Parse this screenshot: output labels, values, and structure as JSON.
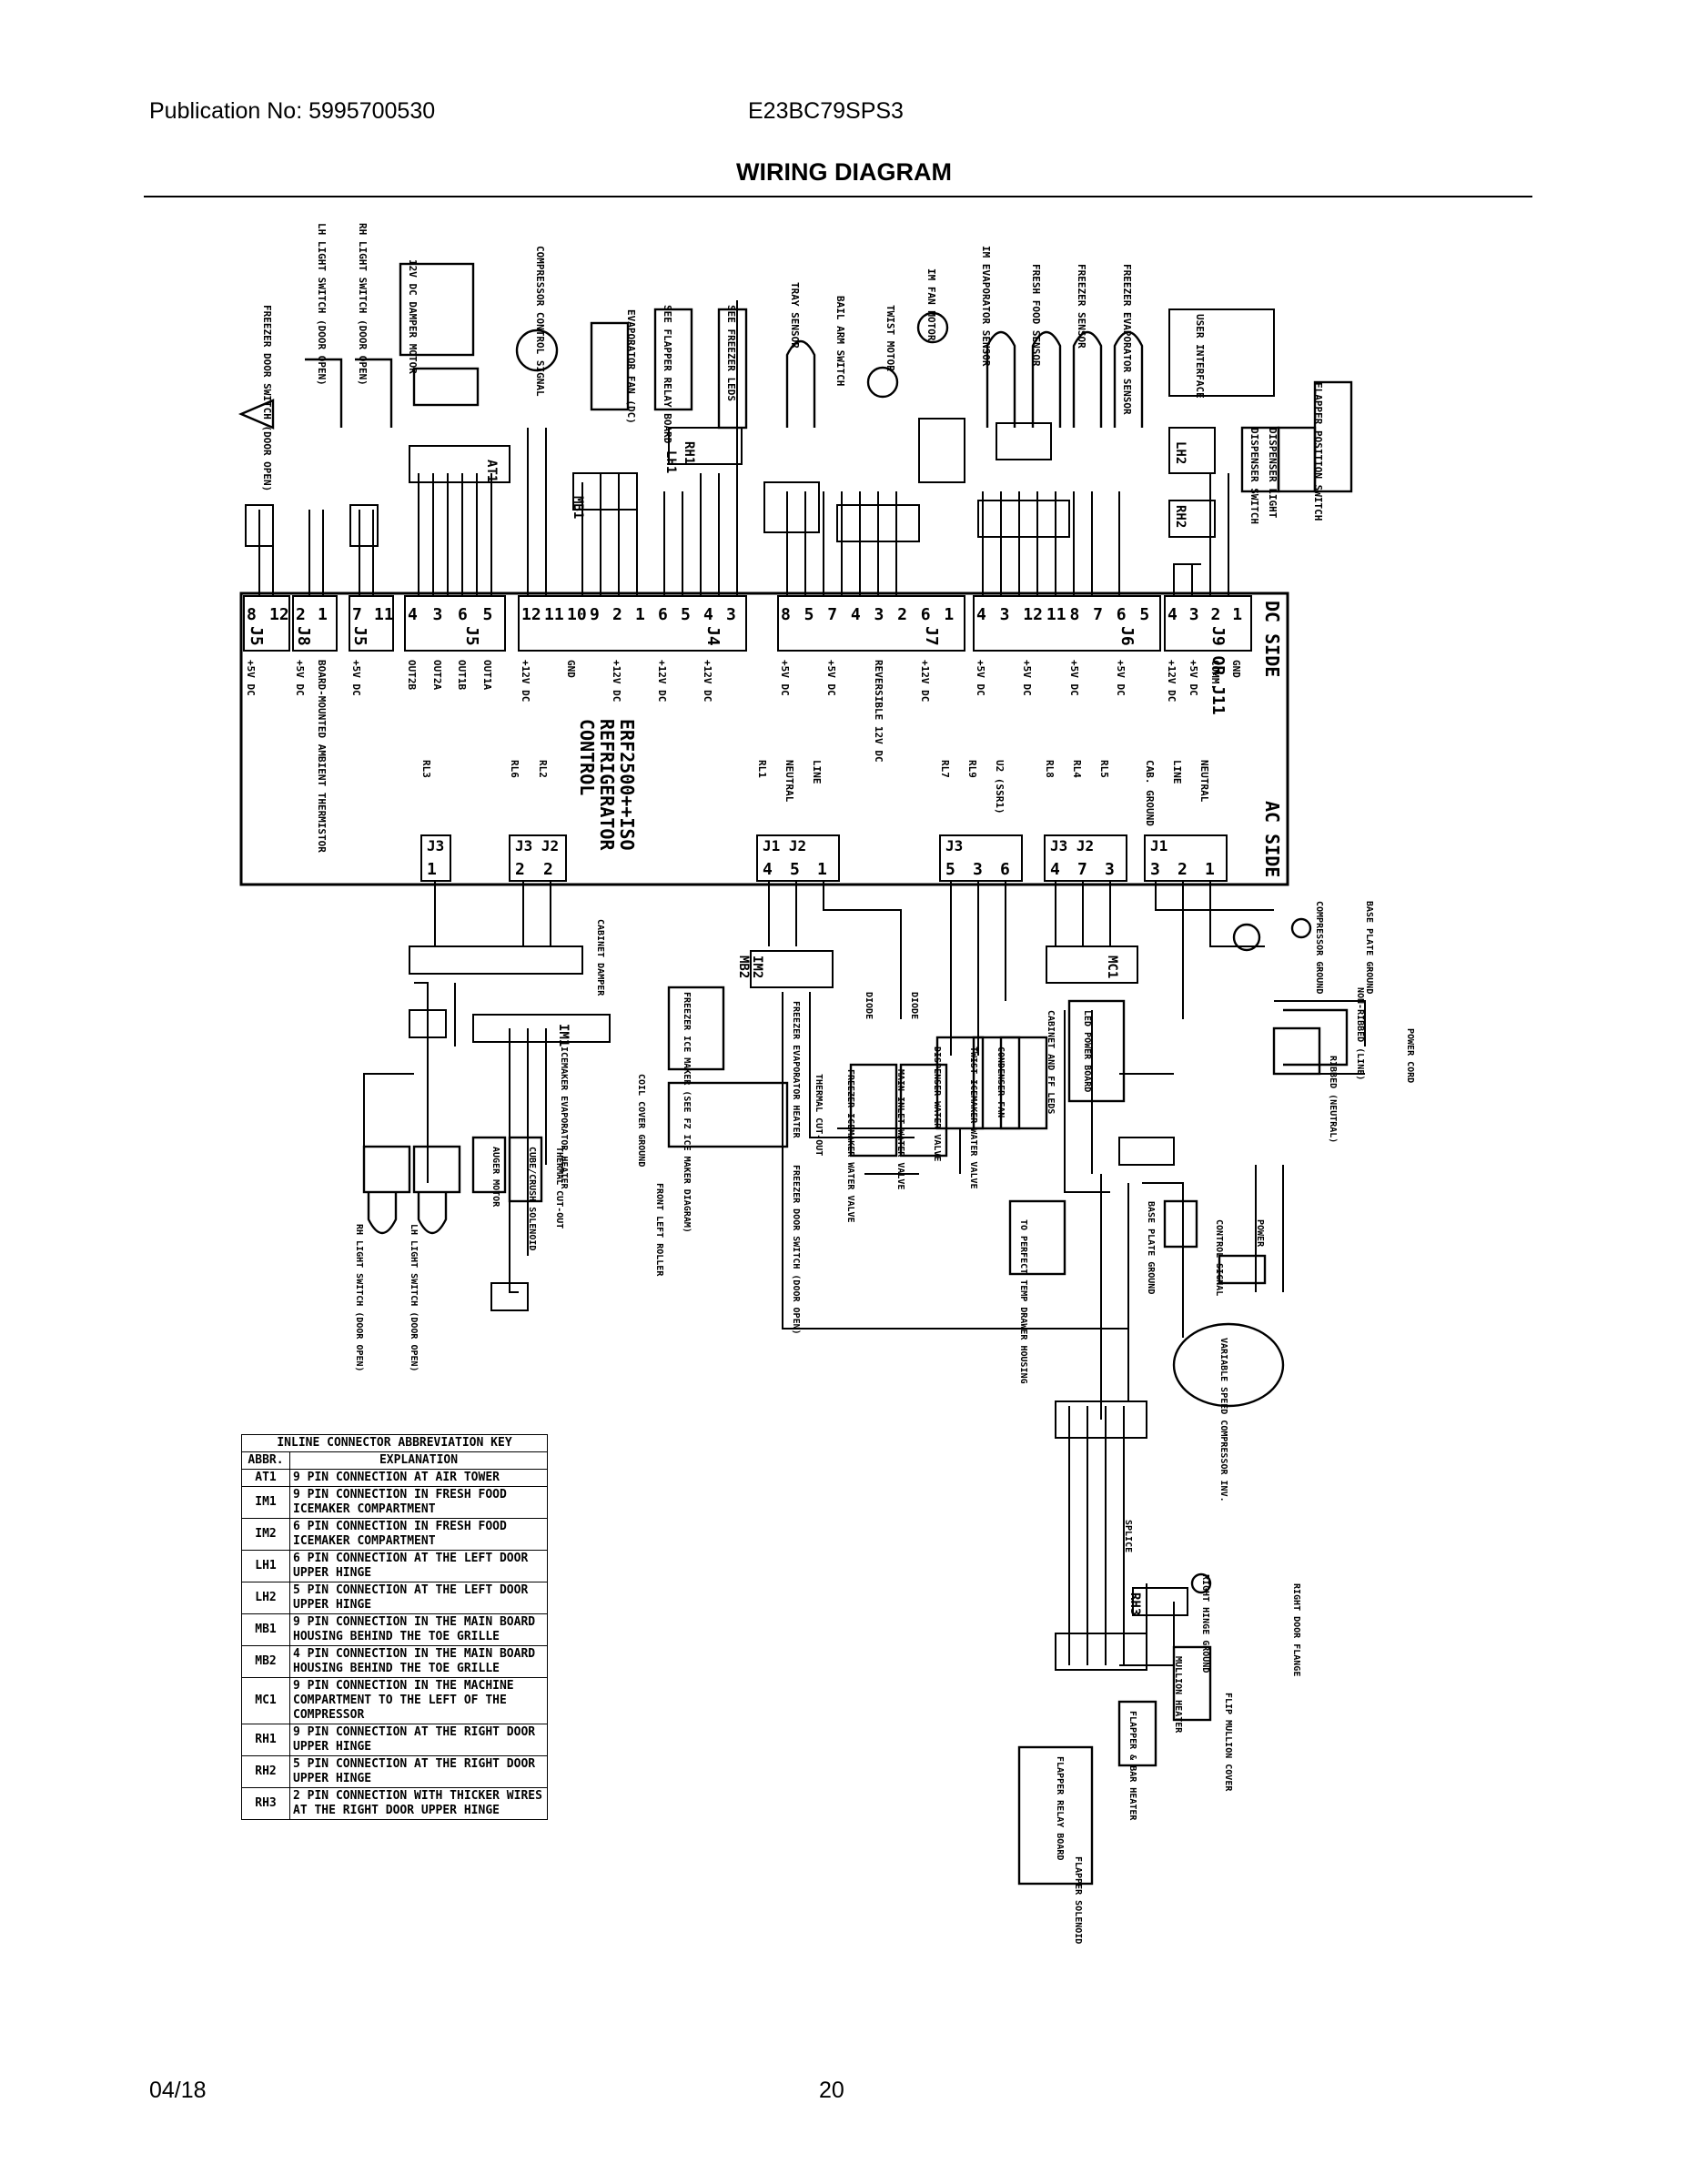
{
  "header": {
    "publication": "Publication No: 5995700530",
    "model": "E23BC79SPS3",
    "title": "WIRING DIAGRAM"
  },
  "footer": {
    "date": "04/18",
    "page": "20"
  },
  "control": {
    "name_line1": "ERF2500++ISO",
    "name_line2": "REFRIGERATOR",
    "name_line3": "CONTROL",
    "dc_side": "DC SIDE",
    "ac_side": "AC SIDE"
  },
  "dc_connectors": [
    {
      "name": "J5",
      "pins": [
        "8",
        "12"
      ],
      "labels": [
        "+5V DC"
      ]
    },
    {
      "name": "J8",
      "pins": [
        "2",
        "1"
      ],
      "labels": [
        "+5V DC",
        "BOARD-MOUNTED AMBIENT THERMISTOR"
      ]
    },
    {
      "name": "J5",
      "pins": [
        "7",
        "11"
      ],
      "labels": [
        "+5V DC"
      ]
    },
    {
      "name": "J5",
      "pins": [
        "4",
        "3",
        "6",
        "5"
      ],
      "labels": [
        "OUT2B",
        "OUT2A",
        "OUT1B",
        "OUT1A"
      ]
    },
    {
      "name": "J4",
      "pins": [
        "12",
        "11",
        "10",
        "9",
        "2",
        "1",
        "6",
        "5",
        "4",
        "3"
      ],
      "labels": [
        "+12V DC",
        "GND",
        "+12V DC",
        "+12V DC",
        "+12V DC"
      ]
    },
    {
      "name": "J7",
      "pins": [
        "8",
        "5",
        "7",
        "4",
        "3",
        "2",
        "6",
        "1"
      ],
      "labels": [
        "+5V DC",
        "+5V DC",
        "REVERSIBLE 12V DC",
        "+12V DC"
      ]
    },
    {
      "name": "J6",
      "pins": [
        "4",
        "3",
        "12",
        "11",
        "8",
        "7",
        "6",
        "5"
      ],
      "labels": [
        "+5V DC",
        "+5V DC",
        "+5V DC",
        "+5V DC"
      ]
    },
    {
      "name": "J9 OR J11",
      "pins": [
        "4",
        "3",
        "2",
        "1"
      ],
      "labels": [
        "+12V DC",
        "+5V DC",
        "COMM.",
        "GND"
      ]
    }
  ],
  "ac_connectors": [
    {
      "name": "J3",
      "pins": [
        "1"
      ],
      "labels": [
        "RL3"
      ]
    },
    {
      "name": "J3 J2",
      "pins": [
        "2",
        "2"
      ],
      "labels": [
        "RL6",
        "RL2"
      ]
    },
    {
      "name": "J1 J2",
      "pins": [
        "4",
        "5",
        "1"
      ],
      "labels": [
        "RL1",
        "NEUTRAL",
        "LINE"
      ]
    },
    {
      "name": "J3",
      "pins": [
        "5",
        "3",
        "6"
      ],
      "labels": [
        "RL7",
        "RL9",
        "U2 (SSR1)"
      ]
    },
    {
      "name": "J3 J2",
      "pins": [
        "4",
        "7",
        "3"
      ],
      "labels": [
        "RL8",
        "RL4",
        "RL5"
      ]
    },
    {
      "name": "J1",
      "pins": [
        "3",
        "2",
        "1"
      ],
      "labels": [
        "CAB. GROUND",
        "LINE",
        "NEUTRAL"
      ]
    }
  ],
  "top_components": [
    "FREEZER DOOR SWITCH (DOOR OPEN)",
    "LH LIGHT SWITCH (DOOR OPEN)",
    "RH LIGHT SWITCH (DOOR OPEN)",
    "12V DC DAMPER MOTOR",
    "COMPRESSOR CONTROL SIGNAL",
    "EVAPORATOR FAN (DC)",
    "SEE FLAPPER RELAY BOARD",
    "SEE FREEZER LEDS",
    "TRAY SENSOR",
    "BAIL ARM SWITCH",
    "TWIST MOTOR",
    "IM FAN MOTOR",
    "IM EVAPORATOR SENSOR",
    "FRESH FOOD SENSOR",
    "FREEZER SENSOR",
    "FREEZER EVAPORATOR SENSOR",
    "USER INTERFACE",
    "DISPENSER SWITCH",
    "FLAPPER POSITION SWITCH",
    "DISPENSER LIGHT"
  ],
  "inline_connectors": [
    "AT1",
    "MB1",
    "RH1",
    "LH1",
    "IM1",
    "IM2",
    "LH2",
    "RH2",
    "MC1",
    "MB2",
    "RH3"
  ],
  "bottom_components": [
    "CABINET DAMPER",
    "FREEZER ICE MAKER (SEE FZ ICE MAKER DIAGRAM)",
    "FREEZER EVAPORATOR HEATER",
    "THERMAL CUT-OUT",
    "COIL COVER GROUND",
    "ICEMAKER EVAPORATOR HEATER",
    "AUGER MOTOR",
    "CUBE/CRUSH SOLENOID",
    "THERMAL CUT-OUT",
    "FREEZER DOOR SWITCH (DOOR OPEN)",
    "FRONT LEFT ROLLER",
    "FREEZER ICEMAKER WATER VALVE",
    "MAIN INLET WATER VALVE",
    "DISPENSER WATER VALVE",
    "TWIST ICEMAKER WATER VALVE",
    "CONDENSER FAN",
    "LED POWER BOARD",
    "CABINET AND FF LEDS",
    "COMPRESSOR GROUND",
    "BASE PLATE GROUND",
    "POWER CORD",
    "NON-RIBBED (LINE)",
    "RIBBED (NEUTRAL)",
    "TO PERFECT TEMP DRAWER HOUSING",
    "BASE PLATE GROUND",
    "CONTROL SIGNAL",
    "POWER",
    "VARIABLE SPEED COMPRESSOR INV.",
    "RIGHT DOOR FLANGE",
    "RIGHT HINGE GROUND",
    "FLIP MULLION COVER",
    "MULLION HEATER",
    "FLAPPER & BAR HEATER",
    "FLAPPER RELAY BOARD",
    "FLAPPER SOLENOID",
    "RH LIGHT SWITCH (DOOR OPEN)",
    "LH LIGHT SWITCH (DOOR OPEN)",
    "SPLICE"
  ],
  "diodes": [
    "DIODE",
    "DIODE"
  ],
  "key_table": {
    "title": "INLINE CONNECTOR ABBREVIATION KEY",
    "col_abbr": "ABBR.",
    "col_expl": "EXPLANATION",
    "rows": [
      {
        "abbr": "AT1",
        "explanation": "9 PIN CONNECTION AT AIR TOWER"
      },
      {
        "abbr": "IM1",
        "explanation": "9 PIN CONNECTION IN FRESH FOOD ICEMAKER COMPARTMENT"
      },
      {
        "abbr": "IM2",
        "explanation": "6 PIN CONNECTION IN FRESH FOOD ICEMAKER COMPARTMENT"
      },
      {
        "abbr": "LH1",
        "explanation": "6 PIN CONNECTION AT THE LEFT DOOR UPPER HINGE"
      },
      {
        "abbr": "LH2",
        "explanation": "5 PIN CONNECTION AT THE LEFT DOOR UPPER HINGE"
      },
      {
        "abbr": "MB1",
        "explanation": "9 PIN CONNECTION IN THE MAIN BOARD HOUSING BEHIND THE TOE GRILLE"
      },
      {
        "abbr": "MB2",
        "explanation": "4 PIN CONNECTION IN THE MAIN BOARD HOUSING BEHIND THE TOE GRILLE"
      },
      {
        "abbr": "MC1",
        "explanation": "9 PIN CONNECTION IN THE MACHINE COMPARTMENT TO THE LEFT OF THE COMPRESSOR"
      },
      {
        "abbr": "RH1",
        "explanation": "9 PIN CONNECTION AT THE RIGHT DOOR UPPER HINGE"
      },
      {
        "abbr": "RH2",
        "explanation": "5 PIN CONNECTION AT THE RIGHT DOOR UPPER HINGE"
      },
      {
        "abbr": "RH3",
        "explanation": "2 PIN CONNECTION WITH THICKER WIRES AT THE RIGHT DOOR UPPER HINGE"
      }
    ]
  }
}
